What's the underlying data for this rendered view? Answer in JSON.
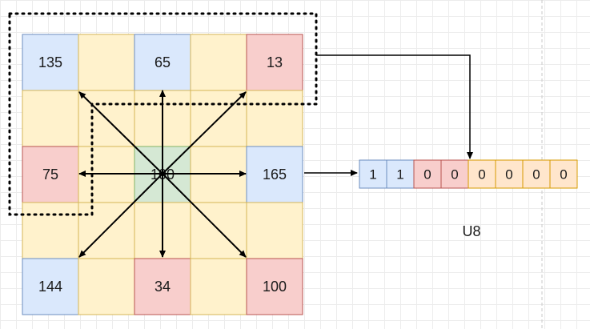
{
  "colors": {
    "yellow_fill": "#fff2cc",
    "yellow_stroke": "#d6b656",
    "blue_fill": "#dae8fc",
    "blue_stroke": "#6c8ebf",
    "red_fill": "#f8cecc",
    "red_stroke": "#b85450",
    "green_fill": "#d5e8d4",
    "green_stroke": "#82b366",
    "bit_yellow_fill": "#ffe6cc",
    "bit_yellow_stroke": "#d79b00"
  },
  "grid": {
    "rows": [
      [
        {
          "v": "135",
          "c": "blue"
        },
        {
          "v": "",
          "c": "yellow"
        },
        {
          "v": "65",
          "c": "blue"
        },
        {
          "v": "",
          "c": "yellow"
        },
        {
          "v": "13",
          "c": "red"
        }
      ],
      [
        {
          "v": "",
          "c": "yellow"
        },
        {
          "v": "",
          "c": "yellow"
        },
        {
          "v": "",
          "c": "yellow"
        },
        {
          "v": "",
          "c": "yellow"
        },
        {
          "v": "",
          "c": "yellow"
        }
      ],
      [
        {
          "v": "75",
          "c": "red"
        },
        {
          "v": "",
          "c": "yellow"
        },
        {
          "v": "100",
          "c": "green"
        },
        {
          "v": "",
          "c": "yellow"
        },
        {
          "v": "165",
          "c": "blue"
        }
      ],
      [
        {
          "v": "",
          "c": "yellow"
        },
        {
          "v": "",
          "c": "yellow"
        },
        {
          "v": "",
          "c": "yellow"
        },
        {
          "v": "",
          "c": "yellow"
        },
        {
          "v": "",
          "c": "yellow"
        }
      ],
      [
        {
          "v": "144",
          "c": "blue"
        },
        {
          "v": "",
          "c": "yellow"
        },
        {
          "v": "34",
          "c": "red"
        },
        {
          "v": "",
          "c": "yellow"
        },
        {
          "v": "100",
          "c": "red"
        }
      ]
    ]
  },
  "bits": [
    {
      "v": "1",
      "c": "blue"
    },
    {
      "v": "1",
      "c": "blue"
    },
    {
      "v": "0",
      "c": "red"
    },
    {
      "v": "0",
      "c": "red"
    },
    {
      "v": "0",
      "c": "bit_yellow"
    },
    {
      "v": "0",
      "c": "bit_yellow"
    },
    {
      "v": "0",
      "c": "bit_yellow"
    },
    {
      "v": "0",
      "c": "bit_yellow"
    }
  ],
  "type_label": "U8"
}
